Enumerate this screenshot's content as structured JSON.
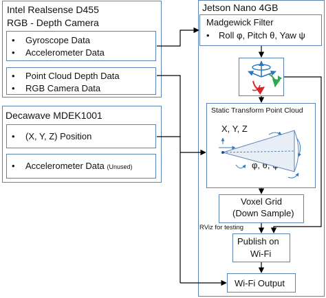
{
  "realsense": {
    "title_line1": "Intel Realsense D455",
    "title_line2": "RGB - Depth Camera",
    "group1": [
      "Gyroscope Data",
      "Accelerometer Data"
    ],
    "group2": [
      "Point Cloud Depth Data",
      "RGB Camera Data"
    ]
  },
  "decawave": {
    "title": "Decawave MDEK1001",
    "position": "(X, Y, Z) Position",
    "accel": "Accelerometer Data",
    "accel_note": "(Unused)"
  },
  "jetson": {
    "title": "Jetson Nano 4GB",
    "madgwick_title": "Madgewick Filter",
    "madgwick_item": "Roll φ, Pitch θ, Yaw ψ",
    "static_title": "Static Transform Point Cloud",
    "xyz": "X, Y, Z",
    "angles": "φ, θ, ψ",
    "voxel_line1": "Voxel Grid",
    "voxel_line2": "(Down Sample)",
    "rviz": "RViz for testing",
    "publish_line1": "Publish on",
    "publish_line2": "Wi-Fi",
    "wifi_output": "Wi-Fi Output"
  },
  "bullet": "•",
  "colors": {
    "border": "#5a82b4",
    "line": "#000000",
    "rot_red": "#d9262b",
    "rot_green": "#2fa84f",
    "rot_blue": "#2b78c2"
  }
}
